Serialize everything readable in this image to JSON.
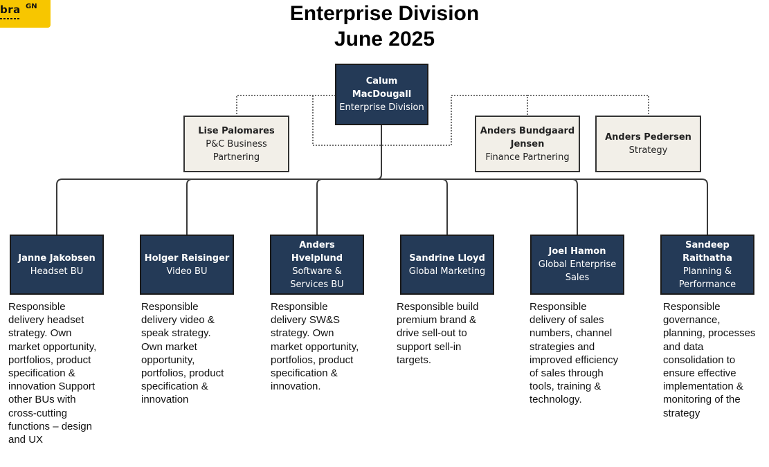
{
  "logo": {
    "wordmark": "bra",
    "superscript": "GN"
  },
  "title": {
    "line1": "Enterprise Division",
    "line2": "June 2025"
  },
  "root": {
    "name": "Calum MacDougall",
    "role": "Enterprise Division"
  },
  "advisors": [
    {
      "name": "Lise Palomares",
      "role": "P&C Business Partnering"
    },
    {
      "name": "Anders Bundgaard Jensen",
      "role": "Finance Partnering"
    },
    {
      "name": "Anders Pedersen",
      "role": "Strategy"
    }
  ],
  "reports": [
    {
      "name": "Janne Jakobsen",
      "role": "Headset BU",
      "description": "Responsible delivery headset strategy. Own market opportunity, portfolios, product specification & innovation Support other BUs with cross-cutting functions – design and UX"
    },
    {
      "name": "Holger Reisinger",
      "role": "Video BU",
      "description": "Responsible delivery video & speak strategy. Own market opportunity, portfolios, product specification & innovation"
    },
    {
      "name": "Anders Hvelplund",
      "role": "Software & Services BU",
      "description": "Responsible delivery SW&S strategy. Own market opportunity, portfolios, product specification & innovation."
    },
    {
      "name": "Sandrine Lloyd",
      "role": "Global Marketing",
      "description": "Responsible build premium brand & drive sell-out to support sell-in targets."
    },
    {
      "name": "Joel Hamon",
      "role": "Global Enterprise Sales",
      "description": "Responsible delivery of sales numbers, channel strategies and improved efficiency of sales through tools, training & technology."
    },
    {
      "name": "Sandeep Raithatha",
      "role": "Planning & Performance",
      "description": "Responsible governance, planning, processes and data consolidation to ensure effective implementation & monitoring of the strategy"
    }
  ]
}
